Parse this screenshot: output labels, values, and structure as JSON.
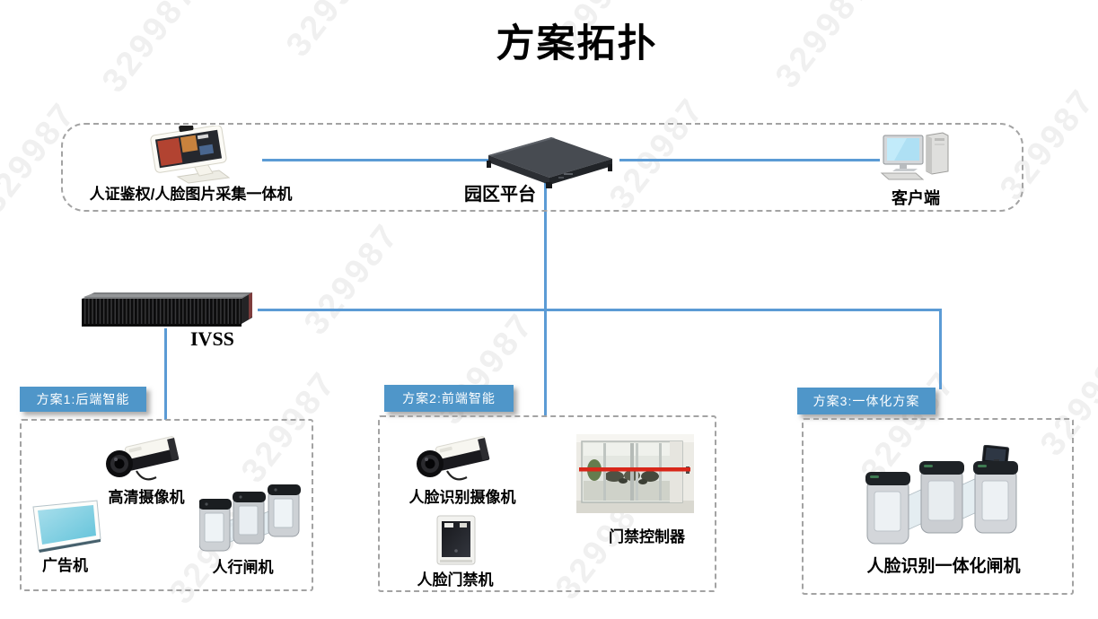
{
  "title": "方案拓扑",
  "watermark": {
    "text": "329987"
  },
  "colors": {
    "line_blue": "#5b9bd5",
    "tag_background": "#4f96c9",
    "tag_text": "#ffffff",
    "dashed_border": "#a3a3a3",
    "title_color": "#000000",
    "door_alarm_stripe": "#d8271a",
    "ad_screen": "#7fd0e2"
  },
  "platform_row": {
    "kiosk_label": "人证鉴权/人脸图片采集一体机",
    "server_label": "园区平台",
    "client_label": "客户端"
  },
  "ivss": {
    "label": "IVSS"
  },
  "solutions": [
    {
      "tag": "方案1:后端智能",
      "devices": [
        {
          "name": "高清摄像机"
        },
        {
          "name": "广告机"
        },
        {
          "name": "人行闸机"
        }
      ]
    },
    {
      "tag": "方案2:前端智能",
      "devices": [
        {
          "name": "人脸识别摄像机"
        },
        {
          "name": "门禁控制器"
        },
        {
          "name": "人脸门禁机"
        }
      ]
    },
    {
      "tag": "方案3:一体化方案",
      "devices": [
        {
          "name": "人脸识别一体化闸机"
        }
      ]
    }
  ],
  "icons": {
    "kiosk": "id-verification-kiosk-icon",
    "server": "platform-server-icon",
    "client": "desktop-computer-icon",
    "ivss": "ivss-recorder-icon",
    "hd_camera": "box-camera-icon",
    "ad_player": "ad-display-icon",
    "pedestrian_gate": "swing-gate-icon",
    "face_camera": "box-camera-icon",
    "door_controller": "glass-door-photo",
    "face_terminal": "face-access-terminal-icon",
    "face_gate": "face-recognition-gate-icon"
  }
}
